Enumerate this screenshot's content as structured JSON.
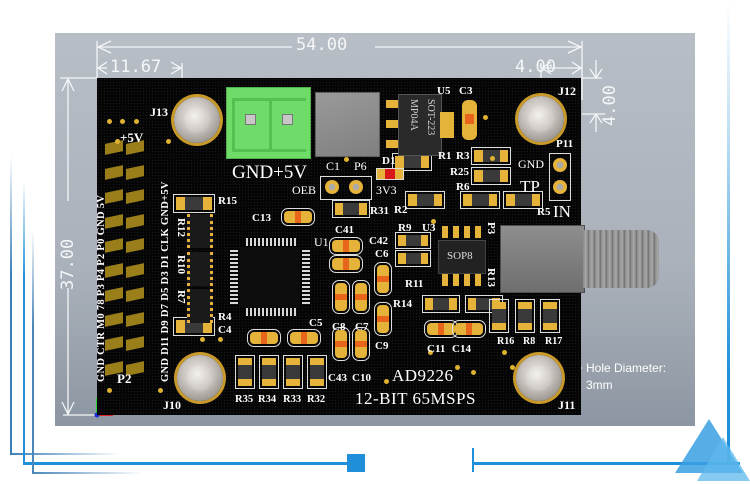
{
  "dimensions": {
    "width": "54.00",
    "left_offset": "11.67",
    "right_offset": "4.00",
    "top_offset": "4.00",
    "height": "37.00"
  },
  "annotation": {
    "hole_line1": "Hole Diameter:",
    "hole_line2": "3mm"
  },
  "board": {
    "chip_name": "AD9226",
    "chip_spec": "12-BIT 65MSPS",
    "power_label": "GND+5V",
    "mount_labels": {
      "top_left": "J13",
      "top_right": "J12",
      "bottom_left": "J10",
      "bottom_right": "J11"
    },
    "header_label": "P2",
    "header_top_label": "+5V",
    "header_left_pins": "GND CTR M0 78 P3 P4 P2 P0 GND 5V",
    "header_right_pins": "GND D11 D9 D7 D5 D3 D1 CLK GND+5V",
    "regulator": {
      "ref": "U5",
      "package": "SOT-223",
      "part": "MP04A"
    },
    "adc_ref": "U1",
    "opamp": {
      "ref": "U3",
      "package": "SOP8"
    },
    "test_point": {
      "ref": "P11",
      "gnd": "GND",
      "tp": "TP",
      "in": "IN"
    },
    "oeb": {
      "ref": "P6",
      "label": "OEB",
      "cap": "C1"
    },
    "led": {
      "ref": "D1",
      "label": "3V3"
    },
    "components": {
      "c3": "C3",
      "r1": "R1",
      "r3": "R3",
      "r25": "R25",
      "r6": "R6",
      "r2": "R2",
      "r5": "R5",
      "r31": "R31",
      "r15": "R15",
      "r12": "R12",
      "r10": "R10",
      "r7": "R7",
      "r4": "R4",
      "c4": "C4",
      "c13": "C13",
      "c41": "C41",
      "c42": "C42",
      "c6": "C6",
      "r9": "R9",
      "r11": "R11",
      "r14": "R14",
      "p3": "P3",
      "r13": "R13",
      "c5": "C5",
      "c8": "C8",
      "c7": "C7",
      "c9": "C9",
      "c43": "C43",
      "c10": "C10",
      "c11": "C11",
      "c14": "C14",
      "r16": "R16",
      "r8": "R8",
      "r17": "R17",
      "r35": "R35",
      "r34": "R34",
      "r33": "R33",
      "r32": "R32"
    }
  },
  "colors": {
    "accent_blue": "#1e8fd8",
    "terminal_green": "#6fdc6a",
    "pcb": "#050505",
    "panel": "#aab1ba"
  }
}
